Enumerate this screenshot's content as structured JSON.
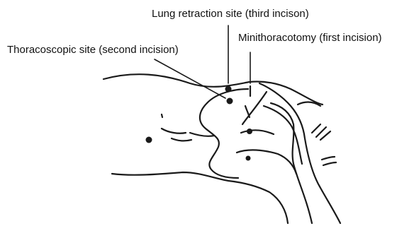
{
  "labels": {
    "lung_retraction": "Lung retraction site (third incison)",
    "minithoracotomy": "Minithoracotomy (first incision)",
    "thoracoscopic": "Thoracoscopic site (second incision)"
  },
  "colors": {
    "ink": "#1a1a1a",
    "background": "#ffffff"
  }
}
